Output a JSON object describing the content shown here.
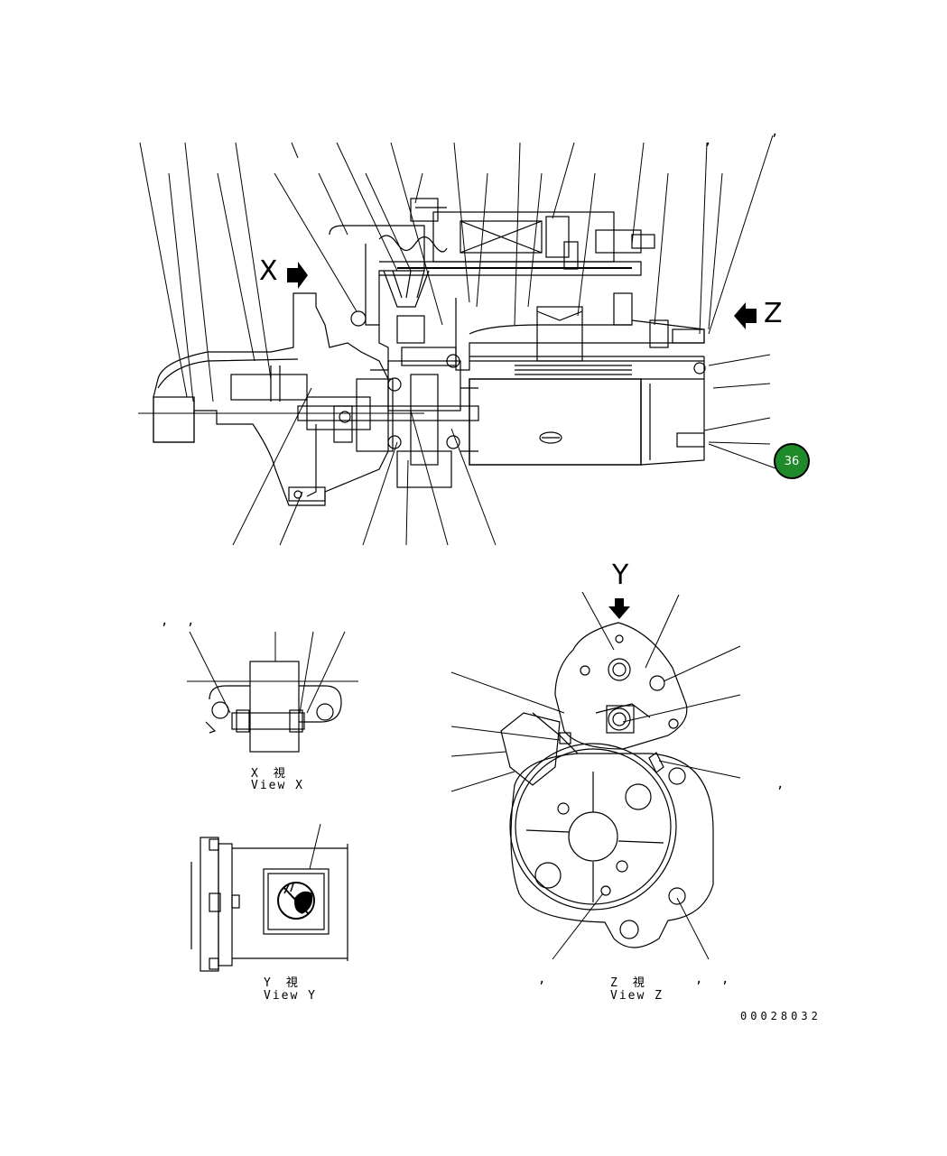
{
  "views": {
    "x_arrow_letter": "X",
    "z_arrow_letter": "Z",
    "y_arrow_letter": "Y",
    "view_x_jp": "X　視",
    "view_x_en": "View X",
    "view_y_jp": "Y　視",
    "view_y_en": "View Y",
    "view_z_jp": "Z　視",
    "view_z_en": "View Z"
  },
  "callout_badge": "36",
  "figure_number": "00028032",
  "commas": [
    ",",
    ",",
    ",",
    ",",
    ",",
    ",",
    ",",
    ","
  ],
  "colors": {
    "badge": "#1f8a2a",
    "line": "#000000"
  },
  "icons": {
    "arrow": "filled-arrow-icon",
    "label_plate": "no-water-warning-icon"
  }
}
